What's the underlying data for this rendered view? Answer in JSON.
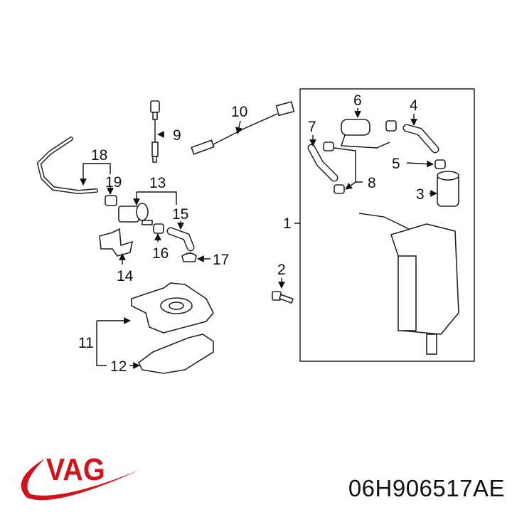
{
  "diagram": {
    "callouts": [
      "1",
      "2",
      "3",
      "4",
      "5",
      "6",
      "7",
      "8",
      "9",
      "10",
      "11",
      "12",
      "13",
      "14",
      "15",
      "16",
      "17",
      "18",
      "19"
    ]
  },
  "footer": {
    "brand": "VAG",
    "brand_color": "#d0141c",
    "part_number": "06H906517AE"
  }
}
